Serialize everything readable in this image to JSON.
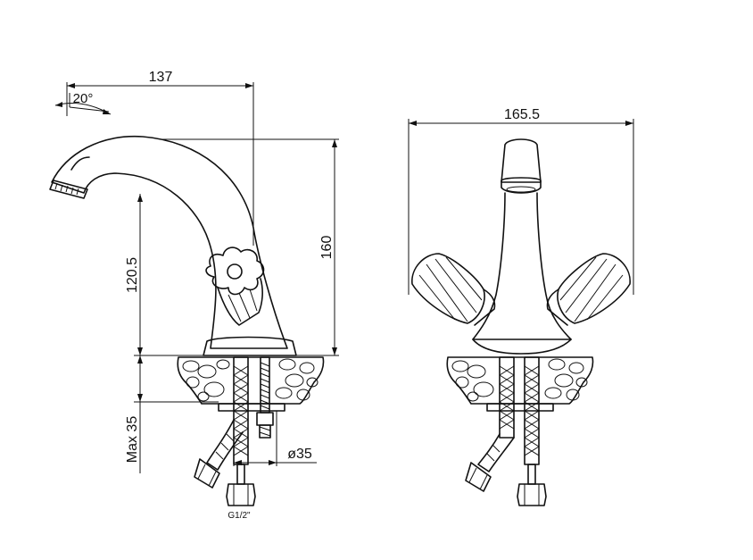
{
  "side_view": {
    "dim_width": "137",
    "dim_angle": "20°",
    "dim_height": "160",
    "dim_spout_height": "120.5",
    "dim_max_thickness": "Max 35",
    "dim_diameter": "ø35",
    "connector_label": "G1/2\""
  },
  "front_view": {
    "dim_width": "165.5"
  }
}
